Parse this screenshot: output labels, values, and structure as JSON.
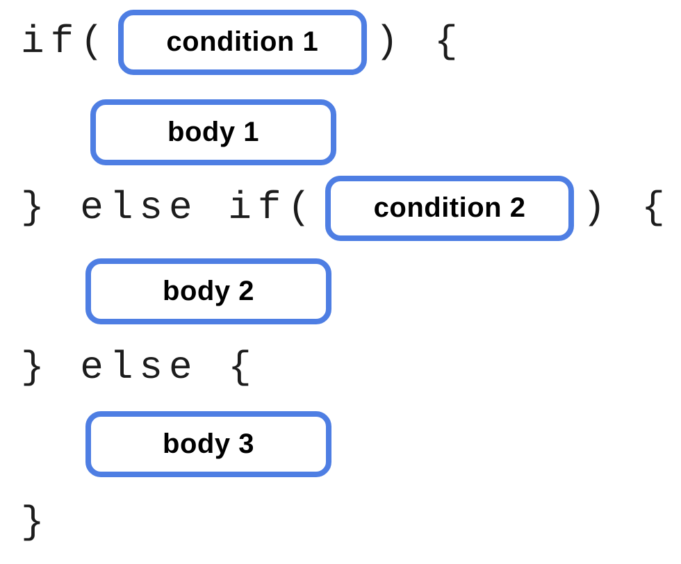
{
  "code": {
    "line1_pre": "if(",
    "line1_post": ") {",
    "line3_pre": "} else if(",
    "line3_post": ") {",
    "line5_text": "} else {",
    "line7_text": "}"
  },
  "placeholders": {
    "condition1": "condition 1",
    "body1": "body 1",
    "condition2": "condition 2",
    "body2": "body 2",
    "body3": "body 3"
  },
  "colors": {
    "box_border": "#4E7EE3",
    "code_text": "#1C1C1C",
    "label_text": "#000000",
    "background": "#FFFFFF"
  }
}
